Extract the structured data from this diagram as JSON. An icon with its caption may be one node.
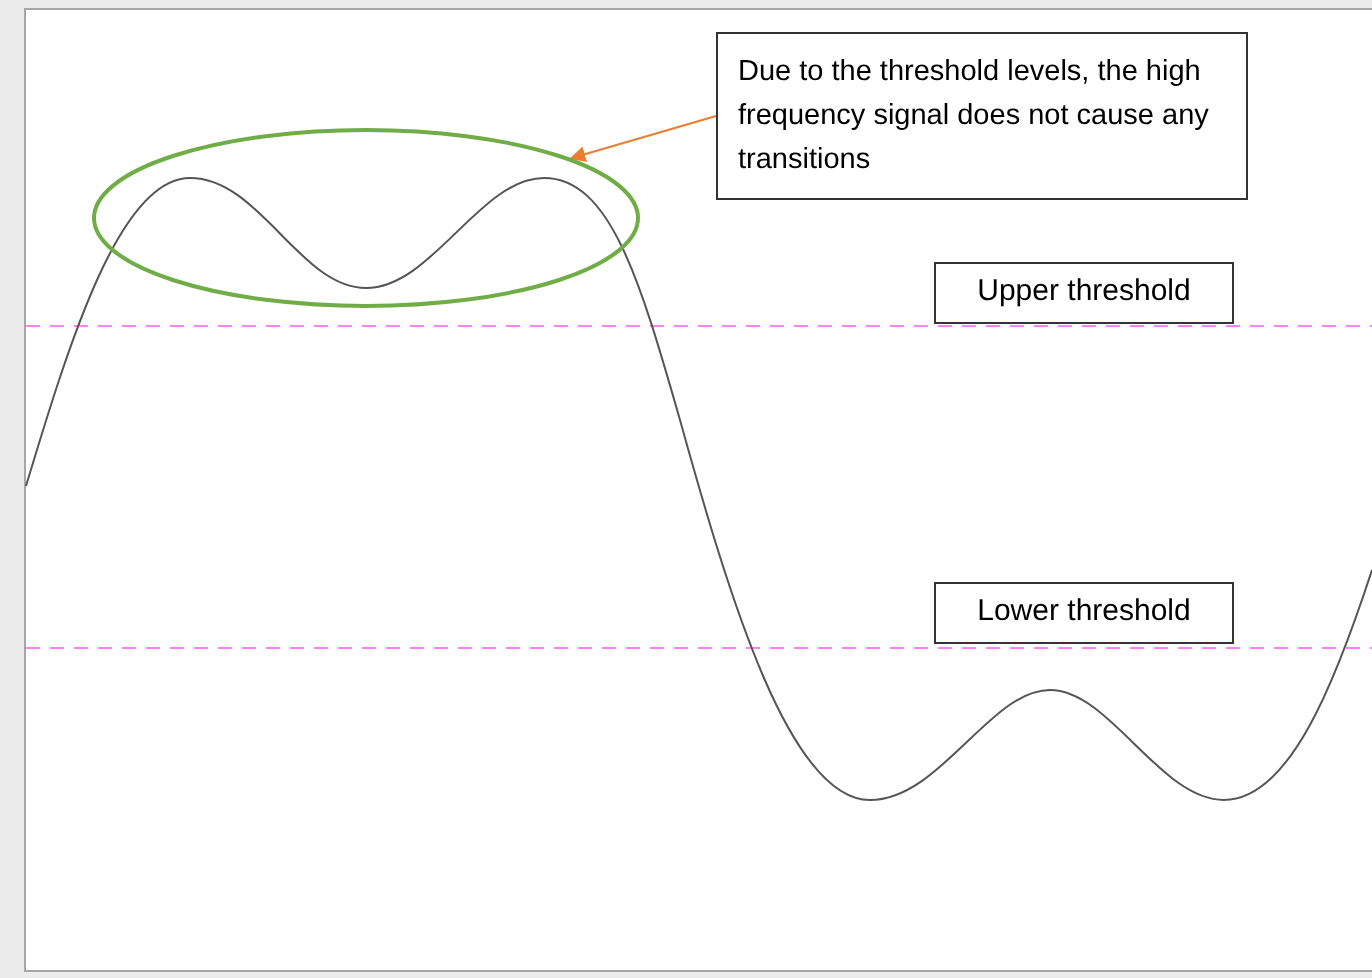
{
  "diagram": {
    "nodes": [
      {
        "text": [
          "Due to the threshold levels, the high frequency signal does not cause any transitions"
        ]
      },
      {
        "text": [],
        "shape": "ellipse"
      },
      {
        "text": [
          "Upper threshold"
        ]
      },
      {
        "text": [
          "Lower threshold"
        ]
      }
    ],
    "edges": [
      {
        "from": 0,
        "to": 1,
        "arrow": "to",
        "color": "#ed7d31"
      }
    ]
  }
}
